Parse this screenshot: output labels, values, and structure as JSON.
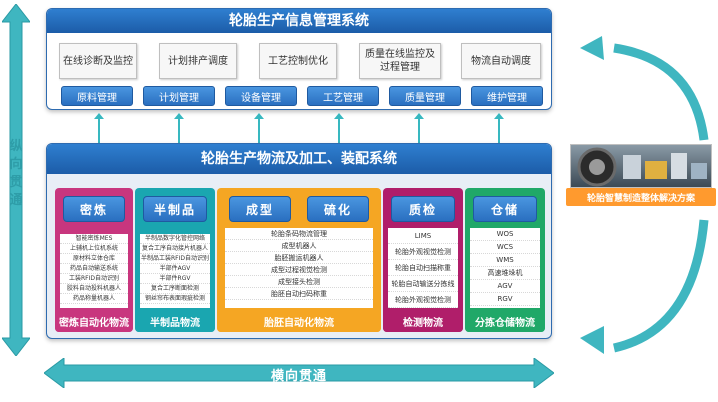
{
  "vertical_label": "纵向贯通",
  "horizontal_label": "横向贯通",
  "top_panel": {
    "title": "轮胎生产信息管理系统",
    "functions": [
      "在线诊断及监控",
      "计划排产调度",
      "工艺控制优化",
      "质量在线监控及\n过程管理",
      "物流自动调度"
    ],
    "management": [
      "原料管理",
      "计划管理",
      "设备管理",
      "工艺管理",
      "质量管理",
      "维护管理"
    ]
  },
  "bottom_panel": {
    "title": "轮胎生产物流及加工、装配系统",
    "columns": [
      {
        "heads": [
          "密炼"
        ],
        "items": [
          "智能密炼MES",
          "上辅机上位机系统",
          "原材料立体仓库",
          "药品自动输送系统",
          "工装RFID自动识别",
          "胶料自动投料机器人",
          "药品称量机器人"
        ],
        "footer": "密炼自动化物流",
        "color": "#c8367e"
      },
      {
        "heads": [
          "半制品"
        ],
        "items": [
          "半制品数字化管控网络",
          "复合工序自动接片机器人",
          "半制品工装RFID自动识别",
          "半部件AGV",
          "半部件RGV",
          "复合工序断面检测",
          "钢丝帘布表面瑕疵检测"
        ],
        "footer": "半制品物流",
        "color": "#1aa6b0"
      },
      {
        "heads": [
          "成型",
          "硫化"
        ],
        "items": [
          "轮胎条码物流管理",
          "成型机器人",
          "胎胚搬运机器人",
          "成型过程视觉检测",
          "成型接头检测",
          "胎胚自动扫码称重"
        ],
        "footer": "胎胚自动化物流",
        "color": "#f5a623"
      },
      {
        "heads": [
          "质检"
        ],
        "items": [
          "LIMS",
          "轮胎外观视觉检测",
          "轮胎自动扫描称重",
          "轮胎自动输送分拣线",
          "轮胎外观视觉检测"
        ],
        "footer": "检测物流",
        "color": "#b01e6a"
      },
      {
        "heads": [
          "仓储"
        ],
        "items": [
          "WOS",
          "WCS",
          "WMS",
          "高速堆垛机",
          "AGV",
          "RGV"
        ],
        "footer": "分拣仓储物流",
        "color": "#20a868"
      }
    ]
  },
  "product": {
    "label": "轮胎智慧制造整体解决方案"
  },
  "colors": {
    "title_blue": "#1c5ca8",
    "teal": "#38b8c0",
    "orange": "#ff9a2e"
  }
}
